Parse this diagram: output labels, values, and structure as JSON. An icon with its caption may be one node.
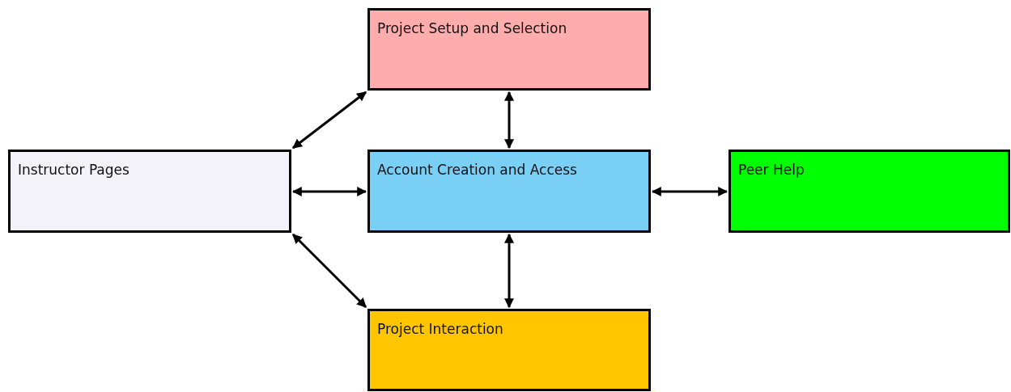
{
  "diagram": {
    "nodes": [
      {
        "text": [
          "Project Setup and Selection"
        ]
      },
      {
        "text": [
          "Instructor Pages"
        ]
      },
      {
        "text": [
          "Account Creation and Access"
        ]
      },
      {
        "text": [
          "Peer Help"
        ]
      },
      {
        "text": [
          "Project Interaction"
        ]
      }
    ],
    "edges": [
      {
        "from": 1,
        "to": 0,
        "arrow": "both"
      },
      {
        "from": 1,
        "to": 2,
        "arrow": "both"
      },
      {
        "from": 0,
        "to": 2,
        "arrow": "both"
      },
      {
        "from": 2,
        "to": 3,
        "arrow": "both"
      },
      {
        "from": 2,
        "to": 4,
        "arrow": "both"
      },
      {
        "from": 1,
        "to": 4,
        "arrow": "both"
      }
    ]
  }
}
